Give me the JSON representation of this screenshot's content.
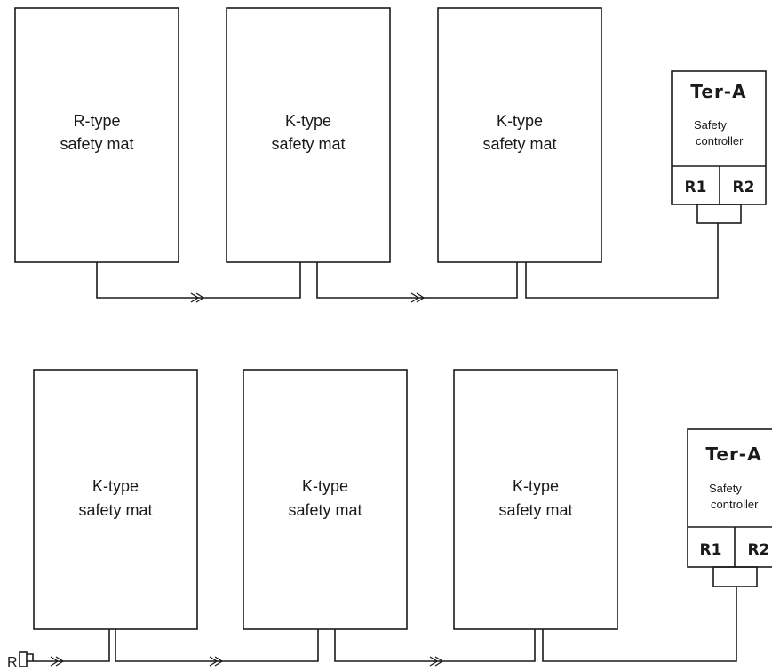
{
  "diagram_top": {
    "mats": [
      {
        "line1": "R-type",
        "line2": "safety mat"
      },
      {
        "line1": "K-type",
        "line2": "safety mat"
      },
      {
        "line1": "K-type",
        "line2": "safety mat"
      }
    ],
    "controller": {
      "title": "Ter-A",
      "sub1": "Safety",
      "sub2": "controller",
      "port1": "R1",
      "port2": "R2"
    }
  },
  "diagram_bottom": {
    "mats": [
      {
        "line1": "K-type",
        "line2": "safety mat"
      },
      {
        "line1": "K-type",
        "line2": "safety mat"
      },
      {
        "line1": "K-type",
        "line2": "safety mat"
      }
    ],
    "controller": {
      "title": "Ter-A",
      "sub1": "Safety",
      "sub2": "controller",
      "port1": "R1",
      "port2": "R2"
    },
    "resistor_label": "R"
  }
}
